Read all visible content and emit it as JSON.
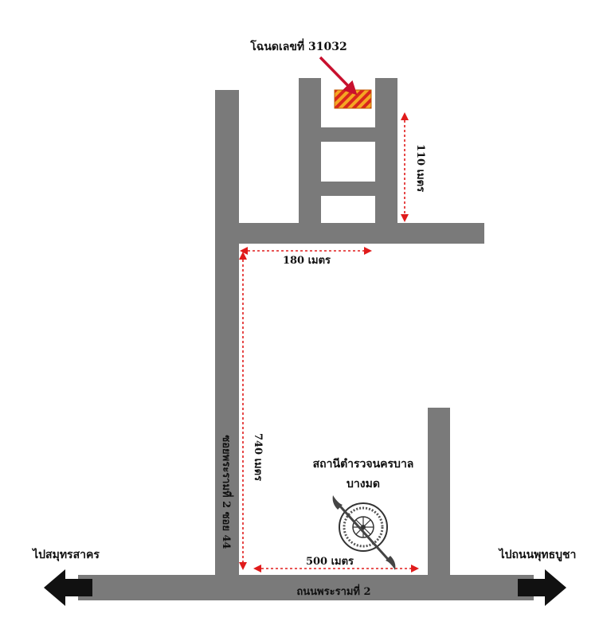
{
  "colors": {
    "road": "#7a7a7a",
    "arrow": "#111111",
    "dimension": "#e01b1b",
    "plot_orange": "#f5a623",
    "plot_red": "#d9261c",
    "pointer": "#c8102e",
    "text": "#111111"
  },
  "labels": {
    "plot_title": "โฉนดเลขที่ 31032",
    "dim_110": "110 เมตร",
    "dim_180": "180 เมตร",
    "dim_740": "740 เมตร",
    "dim_500": "500 เมตร",
    "soi": "ซอยพระรามที่ 2 ซอย 44",
    "station_line1": "สถานีตำรวจนครบาล",
    "station_line2": "บางมด",
    "main_road": "ถนนพระรามที่ 2",
    "to_west": "ไปสมุทรสาคร",
    "to_east": "ไปถนนพุทธบูชา"
  },
  "icons": {
    "west_arrow": "arrow-left-icon",
    "east_arrow": "arrow-right-icon",
    "station_emblem": "police-emblem-icon",
    "plot_marker": "hatched-plot-marker"
  }
}
